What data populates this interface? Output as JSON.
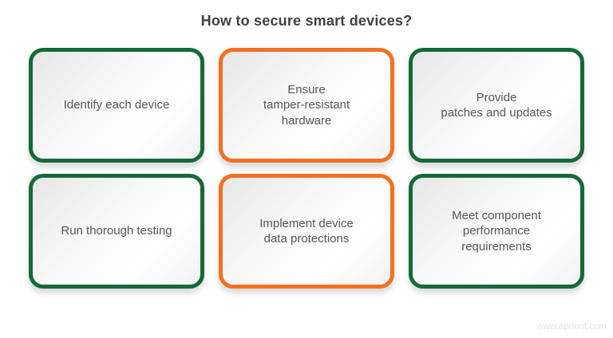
{
  "title": "How to secure smart devices?",
  "colors": {
    "green": "#15693a",
    "orange": "#f47020",
    "title_text": "#414141",
    "box_text": "#575757",
    "watermark_text": "#e4e4e4"
  },
  "boxes": [
    {
      "label": "Identify each device",
      "accent": "green"
    },
    {
      "label": "Ensure\ntamper-resistant\nhardware",
      "accent": "orange"
    },
    {
      "label": "Provide\npatches and updates",
      "accent": "green"
    },
    {
      "label": "Run thorough testing",
      "accent": "green"
    },
    {
      "label": "Implement device\ndata protections",
      "accent": "orange"
    },
    {
      "label": "Meet component\nperformance\nrequirements",
      "accent": "green"
    }
  ],
  "watermark": "www.apriorit.com"
}
